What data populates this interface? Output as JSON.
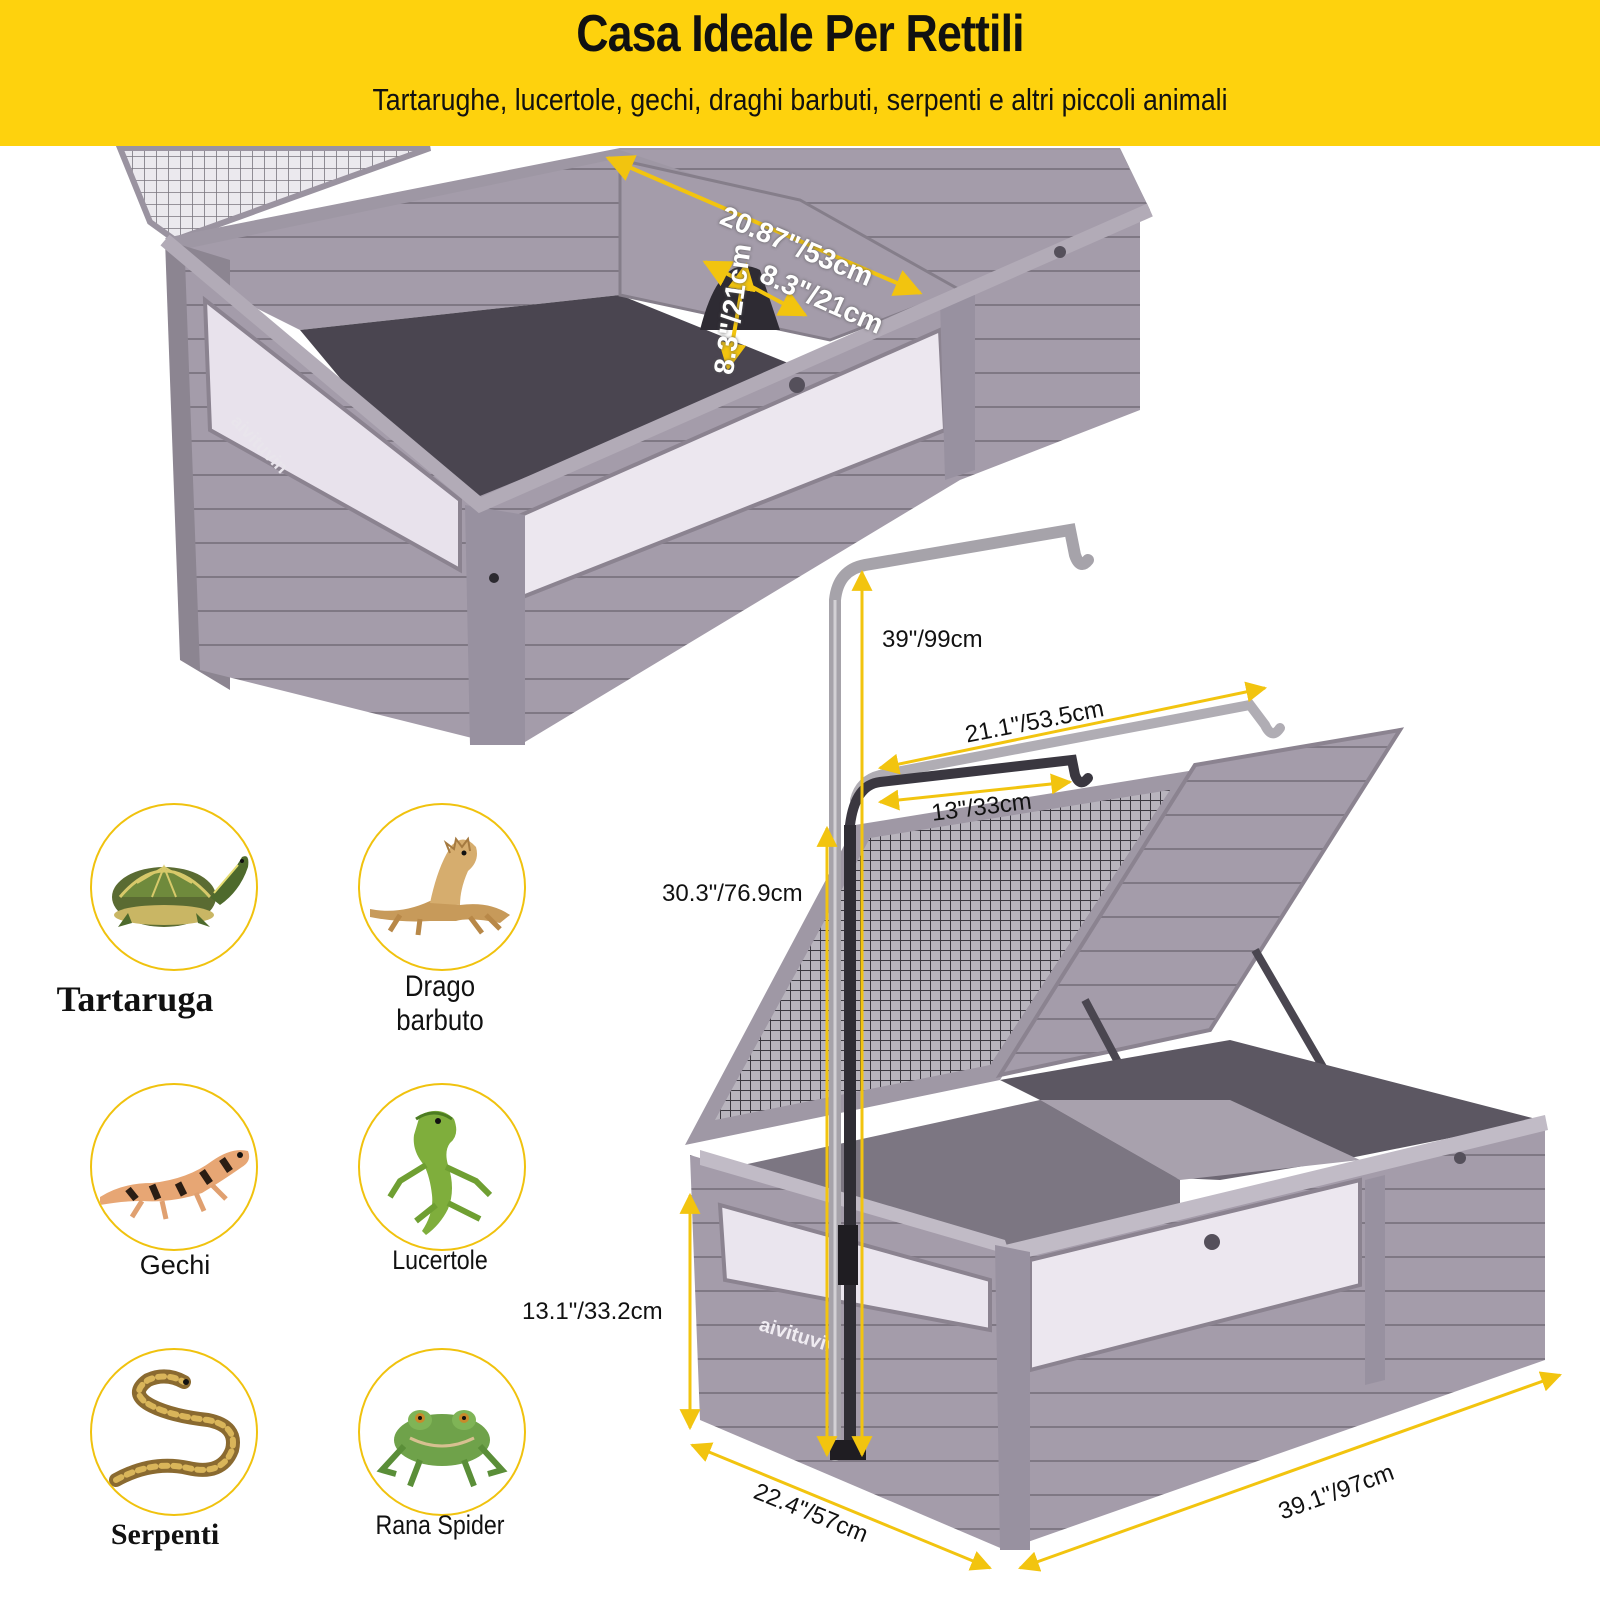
{
  "header": {
    "title": "Casa Ideale Per Rettili",
    "subtitle": "Tartarughe, lucertole, gechi, draghi barbuti, serpenti e altri piccoli animali"
  },
  "brand": {
    "logo_text": "aivituvin"
  },
  "dimensions": {
    "top_length": "20.87\"/53cm",
    "door_width": "8.3\"/21cm",
    "door_height": "8.3\"/21cm",
    "pole_height": "39\"/99cm",
    "long_arm": "21.1\"/53.5cm",
    "short_arm": "13\"/33cm",
    "lamp_height": "30.3\"/76.9cm",
    "box_height": "13.1\"/33.2cm",
    "box_depth": "22.4\"/57cm",
    "box_length": "39.1\"/97cm"
  },
  "animals": [
    {
      "name": "Tartaruga",
      "icon": "turtle-icon"
    },
    {
      "name": "Drago barbuto",
      "line1": "Drago",
      "line2": "barbuto",
      "icon": "bearded-dragon-icon"
    },
    {
      "name": "Gechi",
      "icon": "gecko-icon"
    },
    {
      "name": "Lucertole",
      "icon": "lizard-icon"
    },
    {
      "name": "Serpenti",
      "icon": "snake-icon"
    },
    {
      "name": "Rana Spider",
      "icon": "frog-icon"
    }
  ],
  "colors": {
    "banner": "#fed20d",
    "accent": "#f2c40f",
    "wood": "#a39ba8",
    "wood_dark": "#8b8390",
    "floor": "#4a4550"
  }
}
